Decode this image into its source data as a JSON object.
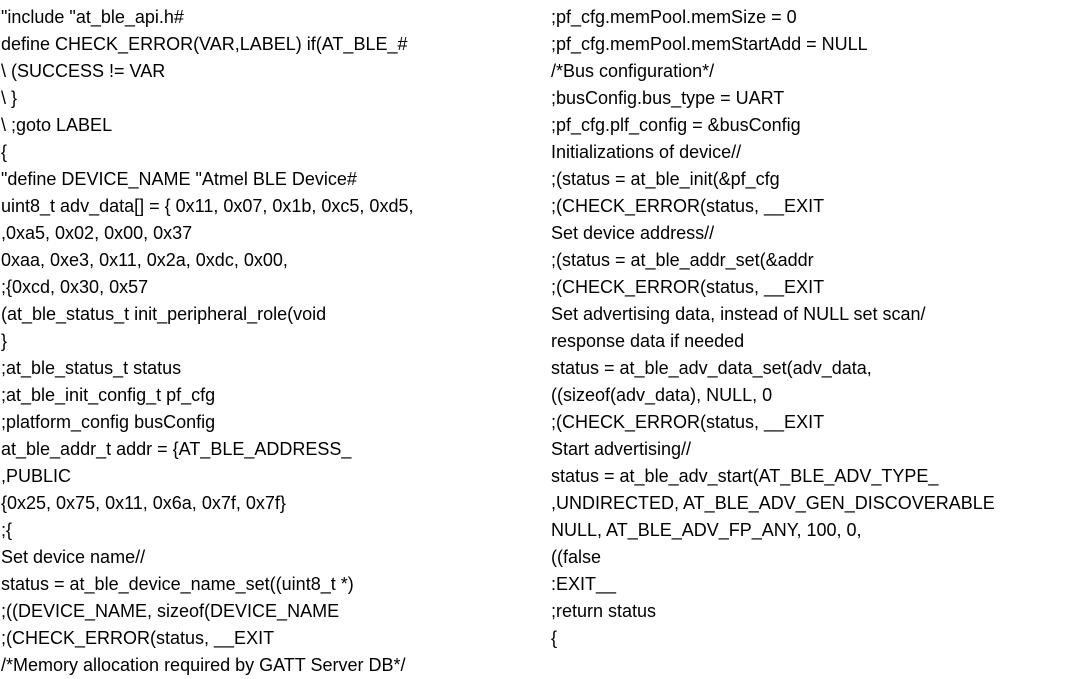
{
  "left_column": {
    "lines": [
      "\"include \"at_ble_api.h#",
      "define CHECK_ERROR(VAR,LABEL) if(AT_BLE_#",
      "\\ (SUCCESS != VAR",
      "\\ }",
      "\\ ;goto LABEL",
      "{",
      "\"define DEVICE_NAME \"Atmel BLE Device#",
      "uint8_t adv_data[] = { 0x11, 0x07, 0x1b, 0xc5, 0xd5,",
      ",0xa5, 0x02, 0x00, 0x37",
      "0xaa, 0xe3, 0x11, 0x2a, 0xdc, 0x00,",
      ";{0xcd, 0x30, 0x57",
      "(at_ble_status_t init_peripheral_role(void",
      "}",
      ";at_ble_status_t status",
      ";at_ble_init_config_t pf_cfg",
      ";platform_config busConfig",
      "at_ble_addr_t addr = {AT_BLE_ADDRESS_",
      ",PUBLIC",
      "{0x25, 0x75, 0x11, 0x6a, 0x7f, 0x7f}",
      ";{",
      "Set device name//",
      "status = at_ble_device_name_set((uint8_t *)",
      ";((DEVICE_NAME, sizeof(DEVICE_NAME",
      ";(CHECK_ERROR(status, __EXIT",
      "/*Memory allocation required by GATT Server DB*/"
    ]
  },
  "right_column": {
    "lines": [
      ";pf_cfg.memPool.memSize = 0",
      ";pf_cfg.memPool.memStartAdd = NULL",
      "/*Bus configuration*/",
      ";busConfig.bus_type = UART",
      ";pf_cfg.plf_config = &busConfig",
      "Initializations of device//",
      ";(status = at_ble_init(&pf_cfg",
      ";(CHECK_ERROR(status, __EXIT",
      "Set device address//",
      ";(status = at_ble_addr_set(&addr",
      ";(CHECK_ERROR(status, __EXIT",
      "Set advertising data, instead of NULL set scan/",
      "response data if needed",
      "status = at_ble_adv_data_set(adv_data,",
      "((sizeof(adv_data), NULL, 0",
      ";(CHECK_ERROR(status, __EXIT",
      "Start advertising//",
      "status = at_ble_adv_start(AT_BLE_ADV_TYPE_",
      ",UNDIRECTED, AT_BLE_ADV_GEN_DISCOVERABLE",
      "NULL, AT_BLE_ADV_FP_ANY, 100, 0,",
      "((false",
      ":EXIT__",
      ";return status",
      "{"
    ]
  }
}
